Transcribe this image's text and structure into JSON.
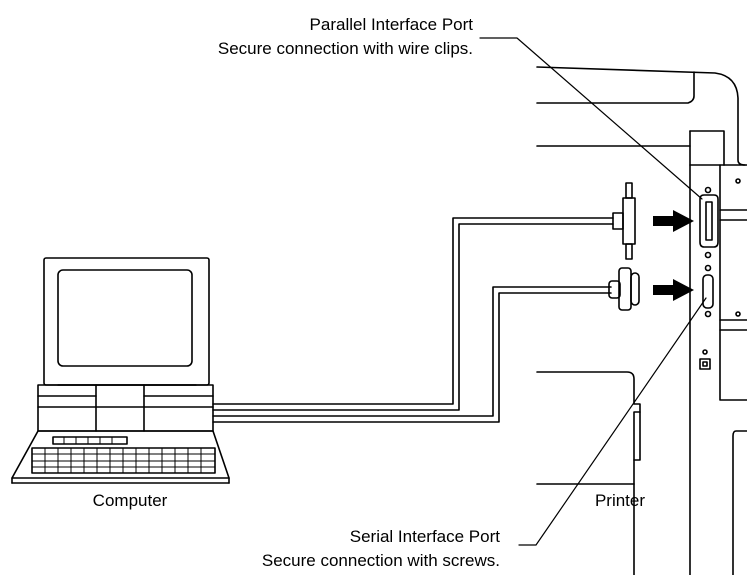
{
  "callouts": {
    "parallel_title": "Parallel Interface Port",
    "parallel_note": "Secure connection with wire clips.",
    "serial_title": "Serial Interface Port",
    "serial_note": "Secure connection with screws."
  },
  "labels": {
    "computer": "Computer",
    "printer": "Printer"
  },
  "colors": {
    "line": "#000000",
    "background": "#ffffff"
  }
}
